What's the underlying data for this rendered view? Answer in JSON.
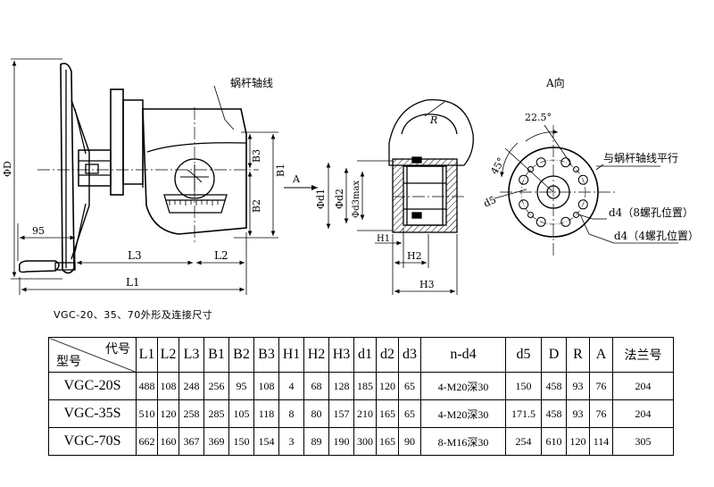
{
  "drawing": {
    "worm_axis_label": "蜗杆轴线",
    "view_a_title": "A向",
    "arrow_label": "A",
    "angle_22": "22.5°",
    "angle_45": "45°",
    "parallel_label": "与蜗杆轴线平行",
    "hole8_label": "d4（8螺孔位置）",
    "hole4_label": "d4（4螺孔位置）",
    "dims": {
      "phiD": "ΦD",
      "d95": "95",
      "L1": "L1",
      "L2": "L2",
      "L3": "L3",
      "B1": "B1",
      "B2": "B2",
      "B3": "B3",
      "phid1": "Φd1",
      "phid2": "Φd2",
      "phid3": "Φd3max",
      "H1": "H1",
      "H2": "H2",
      "H3": "H3",
      "R": "R",
      "d5": "d5"
    }
  },
  "caption": "VGC-20、35、70外形及连接尺寸",
  "table": {
    "corner_top": "代号",
    "corner_bottom": "型号",
    "headers": [
      "L1",
      "L2",
      "L3",
      "B1",
      "B2",
      "B3",
      "H1",
      "H2",
      "H3",
      "d1",
      "d2",
      "d3",
      "n-d4",
      "d5",
      "D",
      "R",
      "A",
      "法兰号"
    ],
    "rows": [
      {
        "model": "VGC-20S",
        "values": [
          "488",
          "108",
          "248",
          "256",
          "95",
          "108",
          "4",
          "68",
          "128",
          "185",
          "120",
          "65",
          "4-M20深30",
          "150",
          "458",
          "93",
          "76",
          "204"
        ]
      },
      {
        "model": "VGC-35S",
        "values": [
          "510",
          "120",
          "258",
          "285",
          "105",
          "118",
          "8",
          "80",
          "157",
          "210",
          "165",
          "65",
          "4-M20深30",
          "171.5",
          "458",
          "93",
          "76",
          "204"
        ]
      },
      {
        "model": "VGC-70S",
        "values": [
          "662",
          "160",
          "367",
          "369",
          "150",
          "154",
          "3",
          "89",
          "190",
          "300",
          "165",
          "90",
          "8-M16深30",
          "254",
          "610",
          "120",
          "114",
          "305"
        ]
      }
    ]
  }
}
